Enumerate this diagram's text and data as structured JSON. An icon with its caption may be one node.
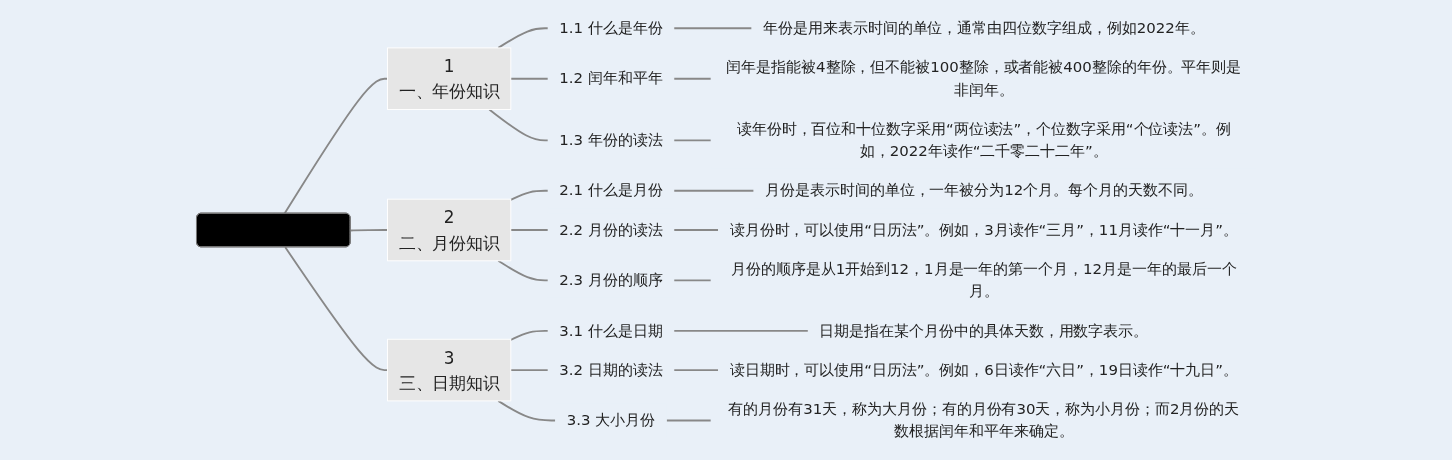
{
  "diagram": {
    "nodes": [
      {
        "text": [],
        "shape": "box"
      },
      {
        "text": [
          "1",
          "一、年份知识"
        ]
      },
      {
        "text": [
          "2",
          "二、月份知识"
        ]
      },
      {
        "text": [
          "3",
          "三、日期知识"
        ]
      },
      {
        "text": [
          "1.1 什么是年份"
        ]
      },
      {
        "text": [
          "年份是用来表示时间的单位，通常由四位数字组成，例如2022年。"
        ]
      },
      {
        "text": [
          "1.2 闰年和平年"
        ]
      },
      {
        "text": [
          "闰年是指能被4整除，但不能被100整除，或者能被400整除的年份。平年则是非闰年。"
        ]
      },
      {
        "text": [
          "1.3 年份的读法"
        ]
      },
      {
        "text": [
          "读年份时，百位和十位数字采用“两位读法”，个位数字采用“个位读法”。例如，2022年读作“二千零二十二年”。"
        ]
      },
      {
        "text": [
          "2.1 什么是月份"
        ]
      },
      {
        "text": [
          "月份是表示时间的单位，一年被分为12个月。每个月的天数不同。"
        ]
      },
      {
        "text": [
          "2.2 月份的读法"
        ]
      },
      {
        "text": [
          "读月份时，可以使用“日历法”。例如，3月读作“三月”，11月读作“十一月”。"
        ]
      },
      {
        "text": [
          "2.3 月份的顺序"
        ]
      },
      {
        "text": [
          "月份的顺序是从1开始到12，1月是一年的第一个月，12月是一年的最后一个月。"
        ]
      },
      {
        "text": [
          "3.1 什么是日期"
        ]
      },
      {
        "text": [
          "日期是指在某个月份中的具体天数，用数字表示。"
        ]
      },
      {
        "text": [
          "3.2 日期的读法"
        ]
      },
      {
        "text": [
          "读日期时，可以使用“日历法”。例如，6日读作“六日”，19日读作“十九日”。"
        ]
      },
      {
        "text": [
          "3.3 大小月份"
        ]
      },
      {
        "text": [
          "有的月份有31天，称为大月份；有的月份有30天，称为小月份；而2月份的天数根据闰年和平年来确定。"
        ]
      }
    ],
    "edges": [
      {
        "from": 0,
        "to": 1,
        "arrow": "none"
      },
      {
        "from": 0,
        "to": 2,
        "arrow": "none"
      },
      {
        "from": 0,
        "to": 3,
        "arrow": "none"
      },
      {
        "from": 1,
        "to": 4,
        "arrow": "none"
      },
      {
        "from": 4,
        "to": 5,
        "arrow": "none"
      },
      {
        "from": 1,
        "to": 6,
        "arrow": "none"
      },
      {
        "from": 6,
        "to": 7,
        "arrow": "none"
      },
      {
        "from": 1,
        "to": 8,
        "arrow": "none"
      },
      {
        "from": 8,
        "to": 9,
        "arrow": "none"
      },
      {
        "from": 2,
        "to": 10,
        "arrow": "none"
      },
      {
        "from": 10,
        "to": 11,
        "arrow": "none"
      },
      {
        "from": 2,
        "to": 12,
        "arrow": "none"
      },
      {
        "from": 12,
        "to": 13,
        "arrow": "none"
      },
      {
        "from": 2,
        "to": 14,
        "arrow": "none"
      },
      {
        "from": 14,
        "to": 15,
        "arrow": "none"
      },
      {
        "from": 3,
        "to": 16,
        "arrow": "none"
      },
      {
        "from": 16,
        "to": 17,
        "arrow": "none"
      },
      {
        "from": 3,
        "to": 18,
        "arrow": "none"
      },
      {
        "from": 18,
        "to": 19,
        "arrow": "none"
      },
      {
        "from": 3,
        "to": 20,
        "arrow": "none"
      },
      {
        "from": 20,
        "to": 21,
        "arrow": "none"
      }
    ]
  }
}
